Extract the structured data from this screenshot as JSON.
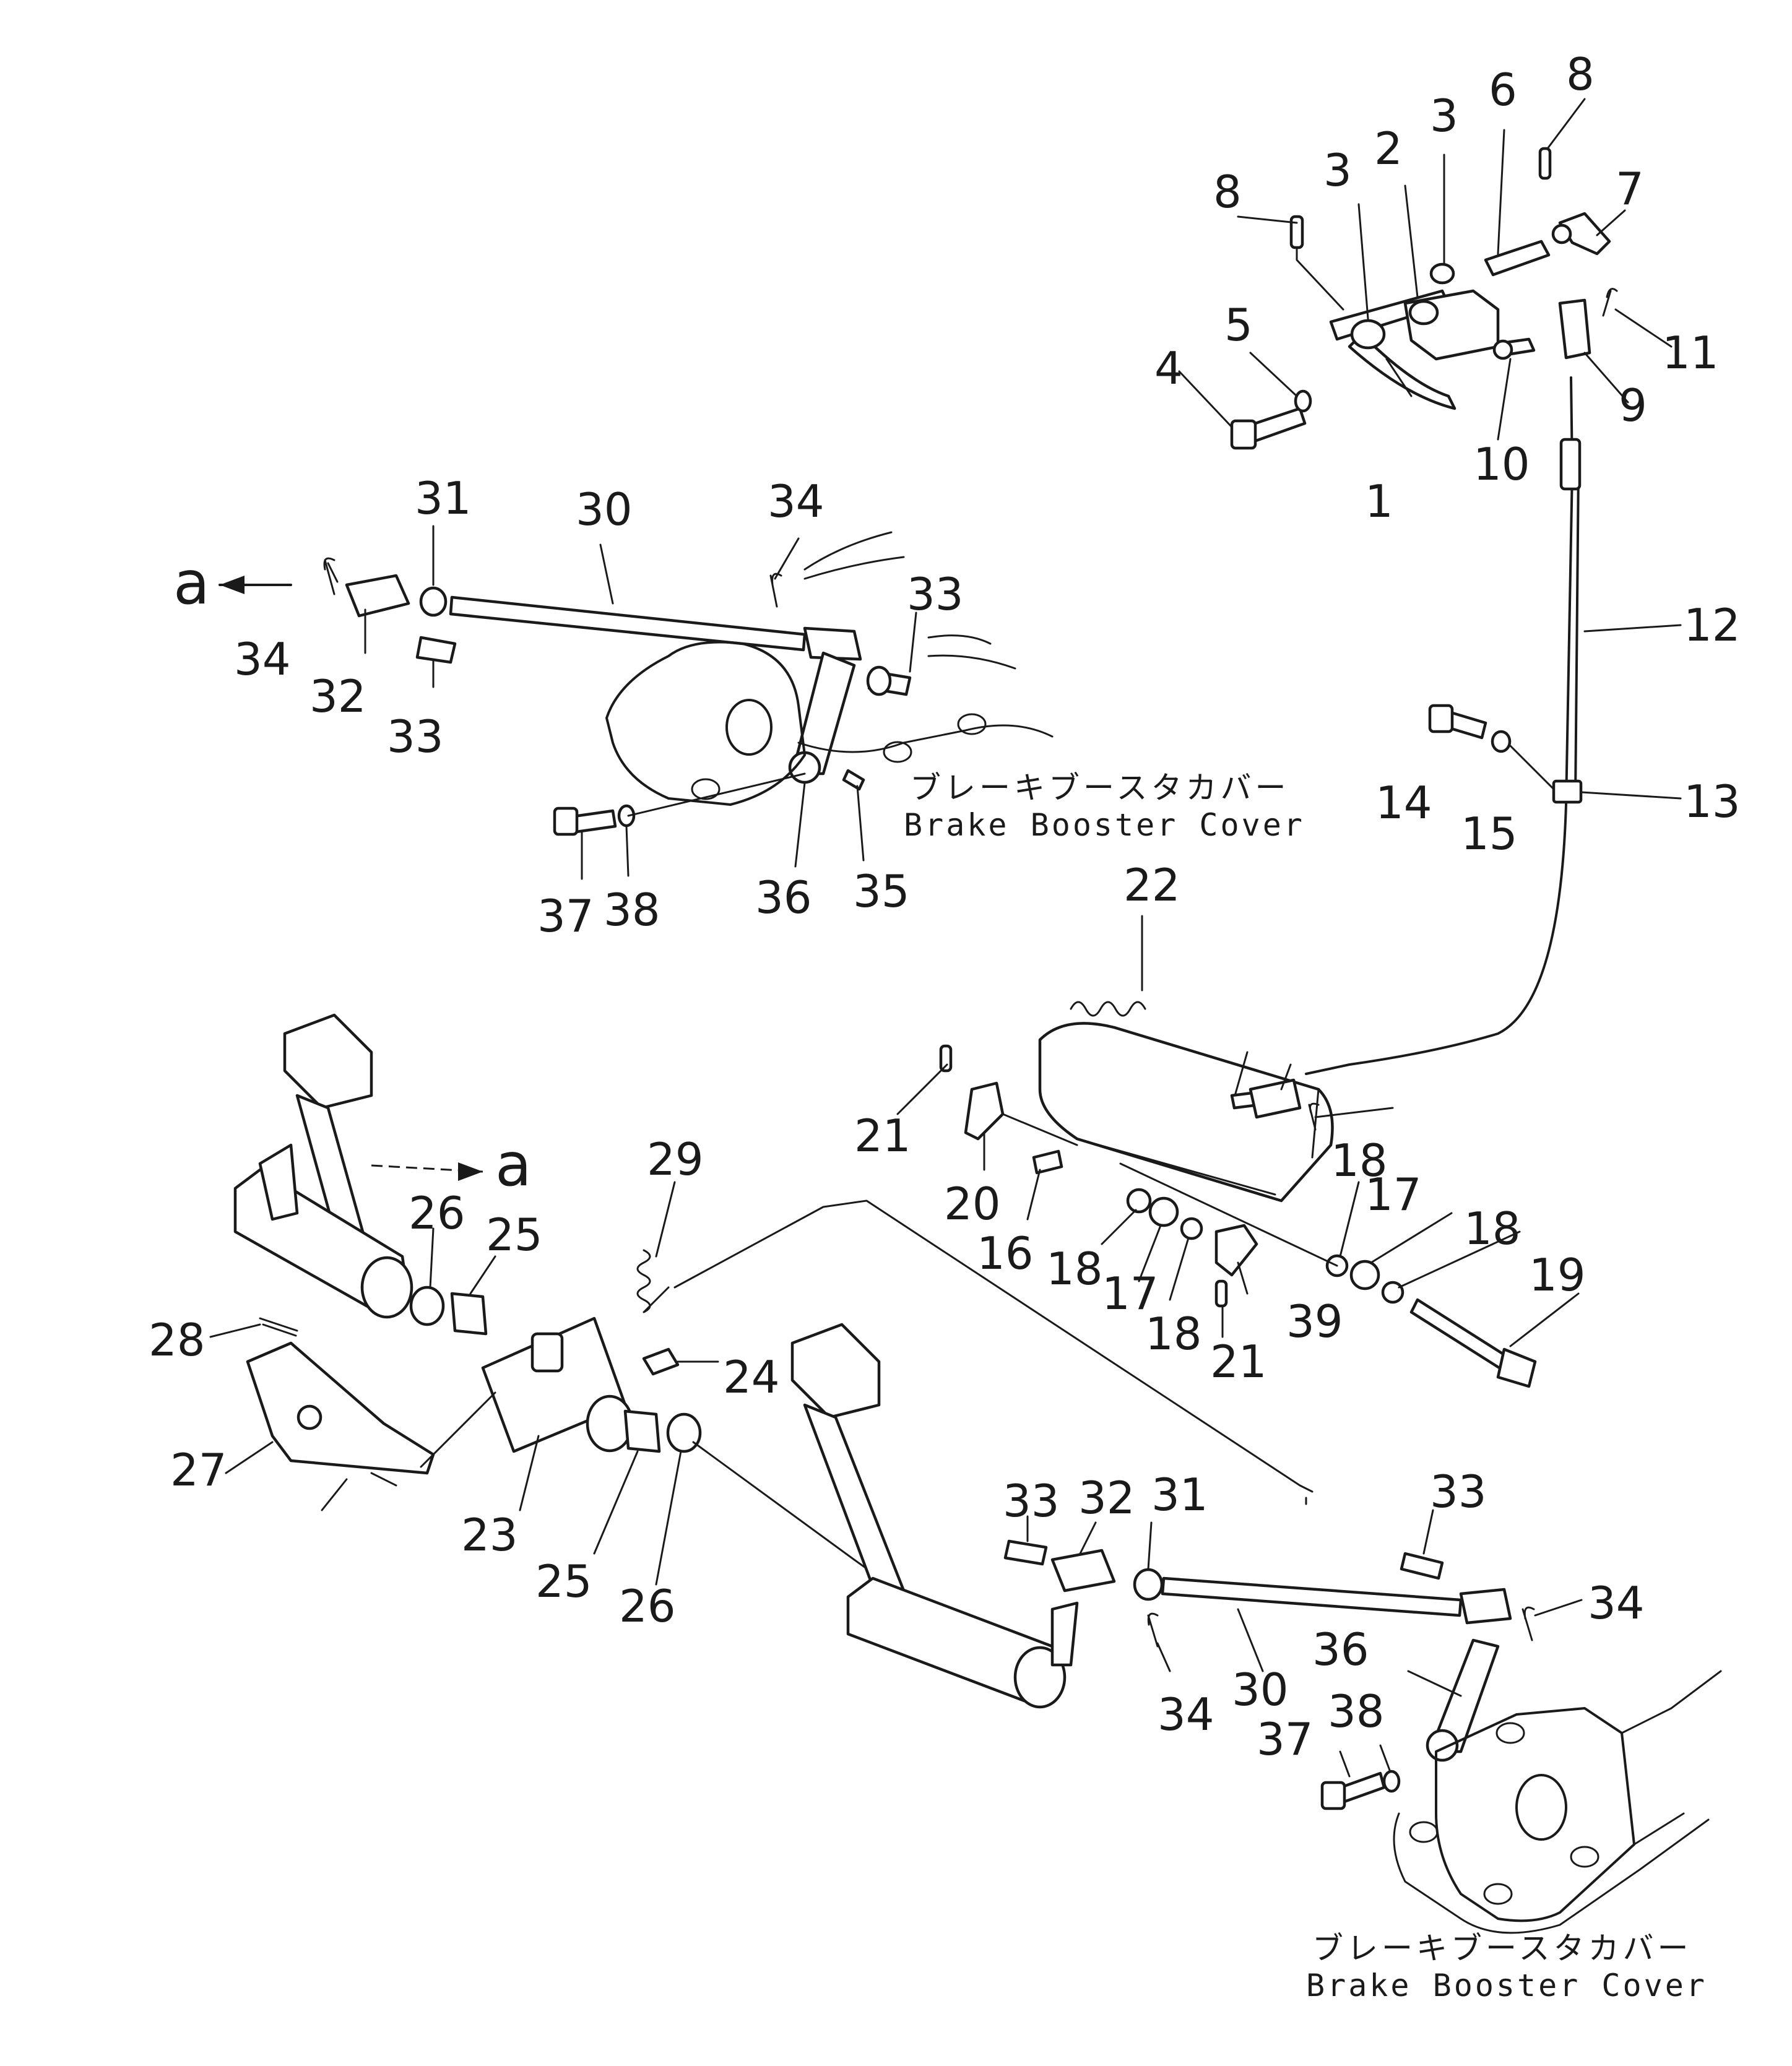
{
  "view_marker": "a",
  "parts": [
    {
      "no": "1"
    },
    {
      "no": "2"
    },
    {
      "no": "3"
    },
    {
      "no": "4"
    },
    {
      "no": "5"
    },
    {
      "no": "6"
    },
    {
      "no": "7"
    },
    {
      "no": "8"
    },
    {
      "no": "9"
    },
    {
      "no": "10"
    },
    {
      "no": "11"
    },
    {
      "no": "12"
    },
    {
      "no": "13"
    },
    {
      "no": "14"
    },
    {
      "no": "15"
    },
    {
      "no": "16"
    },
    {
      "no": "17"
    },
    {
      "no": "18"
    },
    {
      "no": "19"
    },
    {
      "no": "20"
    },
    {
      "no": "21"
    },
    {
      "no": "22"
    },
    {
      "no": "23"
    },
    {
      "no": "24"
    },
    {
      "no": "25"
    },
    {
      "no": "26"
    },
    {
      "no": "27"
    },
    {
      "no": "28"
    },
    {
      "no": "29"
    },
    {
      "no": "30"
    },
    {
      "no": "31"
    },
    {
      "no": "32"
    },
    {
      "no": "33"
    },
    {
      "no": "34"
    },
    {
      "no": "35"
    },
    {
      "no": "36"
    },
    {
      "no": "37"
    },
    {
      "no": "38"
    },
    {
      "no": "39"
    }
  ],
  "captions": {
    "upper_ja": "ブレーキブースタカバー",
    "upper_en": "Brake Booster Cover",
    "lower_ja": "ブレーキブースタカバー",
    "lower_en": "Brake Booster Cover"
  }
}
